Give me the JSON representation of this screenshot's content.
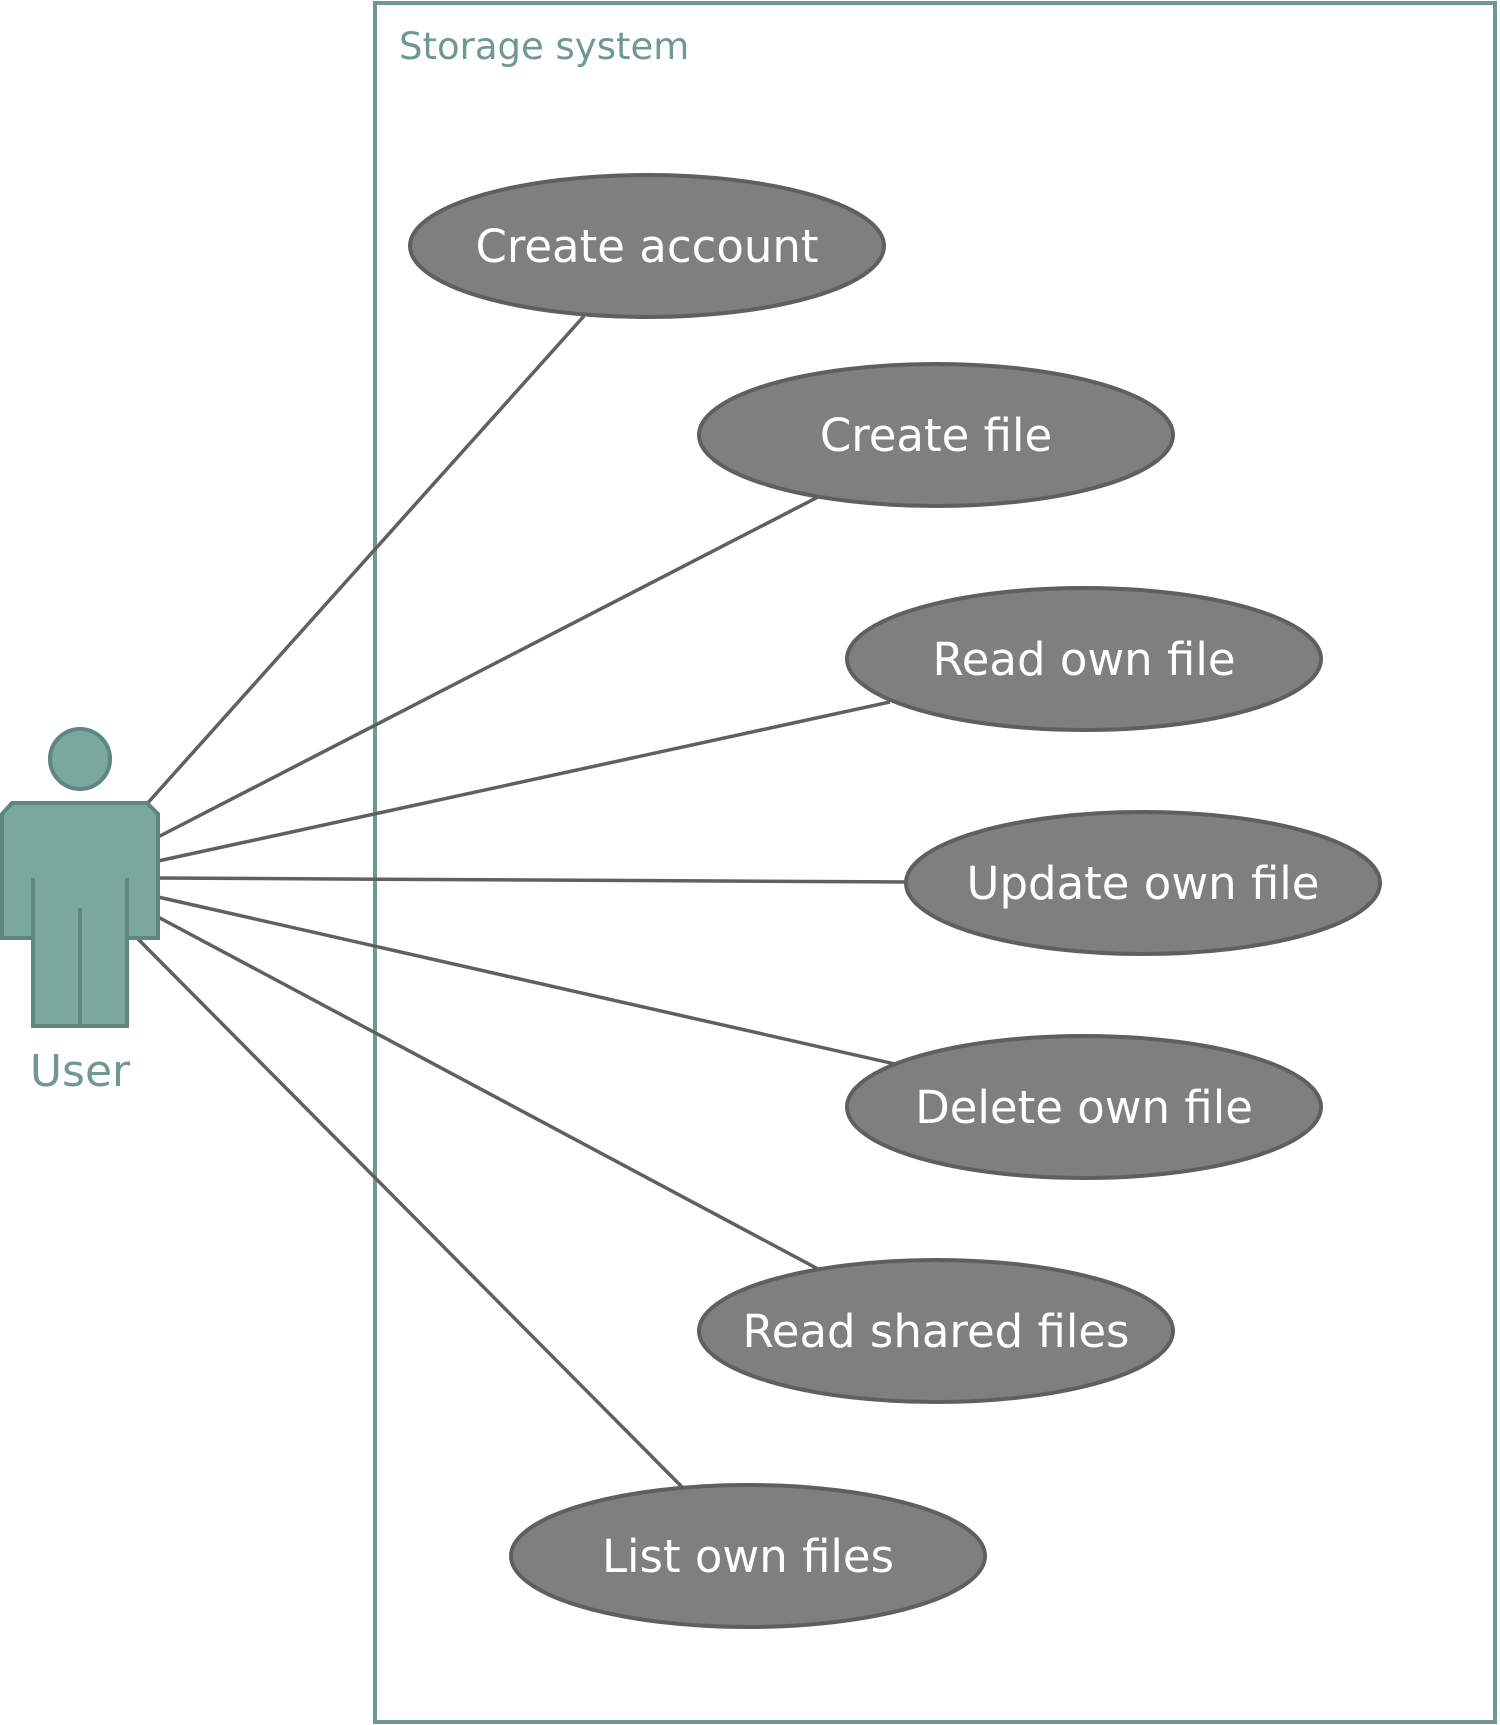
{
  "system": {
    "title": "Storage system"
  },
  "actor": {
    "label": "User",
    "icon": "user-actor-icon"
  },
  "use_cases": [
    {
      "id": "create-account",
      "label": "Create account"
    },
    {
      "id": "create-file",
      "label": "Create file"
    },
    {
      "id": "read-own-file",
      "label": "Read own file"
    },
    {
      "id": "update-own-file",
      "label": "Update own file"
    },
    {
      "id": "delete-own-file",
      "label": "Delete own file"
    },
    {
      "id": "read-shared-files",
      "label": "Read shared files"
    },
    {
      "id": "list-own-files",
      "label": "List own files"
    }
  ],
  "colors": {
    "accent": "#6f9990",
    "actor_fill": "#7aa89c",
    "actor_stroke": "#5e877d",
    "use_case_fill": "#7f7f7f",
    "use_case_stroke": "#5f5f5f",
    "connector": "#606060",
    "use_case_text": "#ffffff"
  }
}
